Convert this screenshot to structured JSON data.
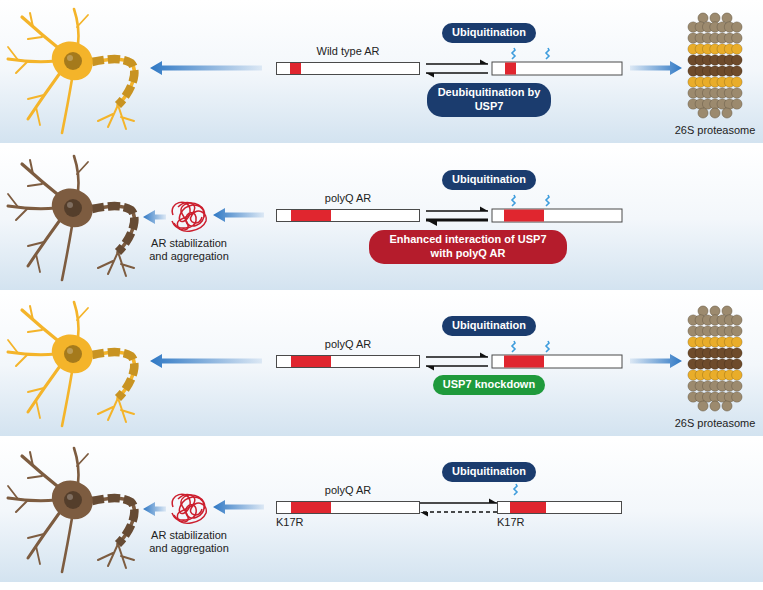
{
  "diagram": {
    "nodes": [
      {
        "text": [
          "Wild type AR"
        ]
      },
      {
        "text": [
          "Ubiquitination"
        ]
      },
      {
        "text": [
          "Deubiquitination by USP7"
        ]
      },
      {
        "text": [
          "polyQ AR"
        ]
      },
      {
        "text": [
          "Ubiquitination"
        ]
      },
      {
        "text": [
          "Enhanced interaction of USP7 with polyQ AR"
        ]
      },
      {
        "text": [
          "polyQ AR"
        ]
      },
      {
        "text": [
          "Ubiquitination"
        ]
      },
      {
        "text": [
          "USP7 knockdown"
        ]
      },
      {
        "text": [
          "polyQ AR",
          "K17R"
        ]
      },
      {
        "text": [
          "Ubiquitination"
        ]
      },
      {
        "text": [
          "K17R"
        ]
      }
    ],
    "edges": [
      {
        "from": 9,
        "to": 11,
        "arrow": "to"
      },
      {
        "from": 11,
        "to": 9,
        "arrow": "to"
      }
    ],
    "labels": [
      "26S proteasome",
      "AR stabilization and aggregation",
      "26S proteasome",
      "AR stabilization and aggregation"
    ]
  }
}
